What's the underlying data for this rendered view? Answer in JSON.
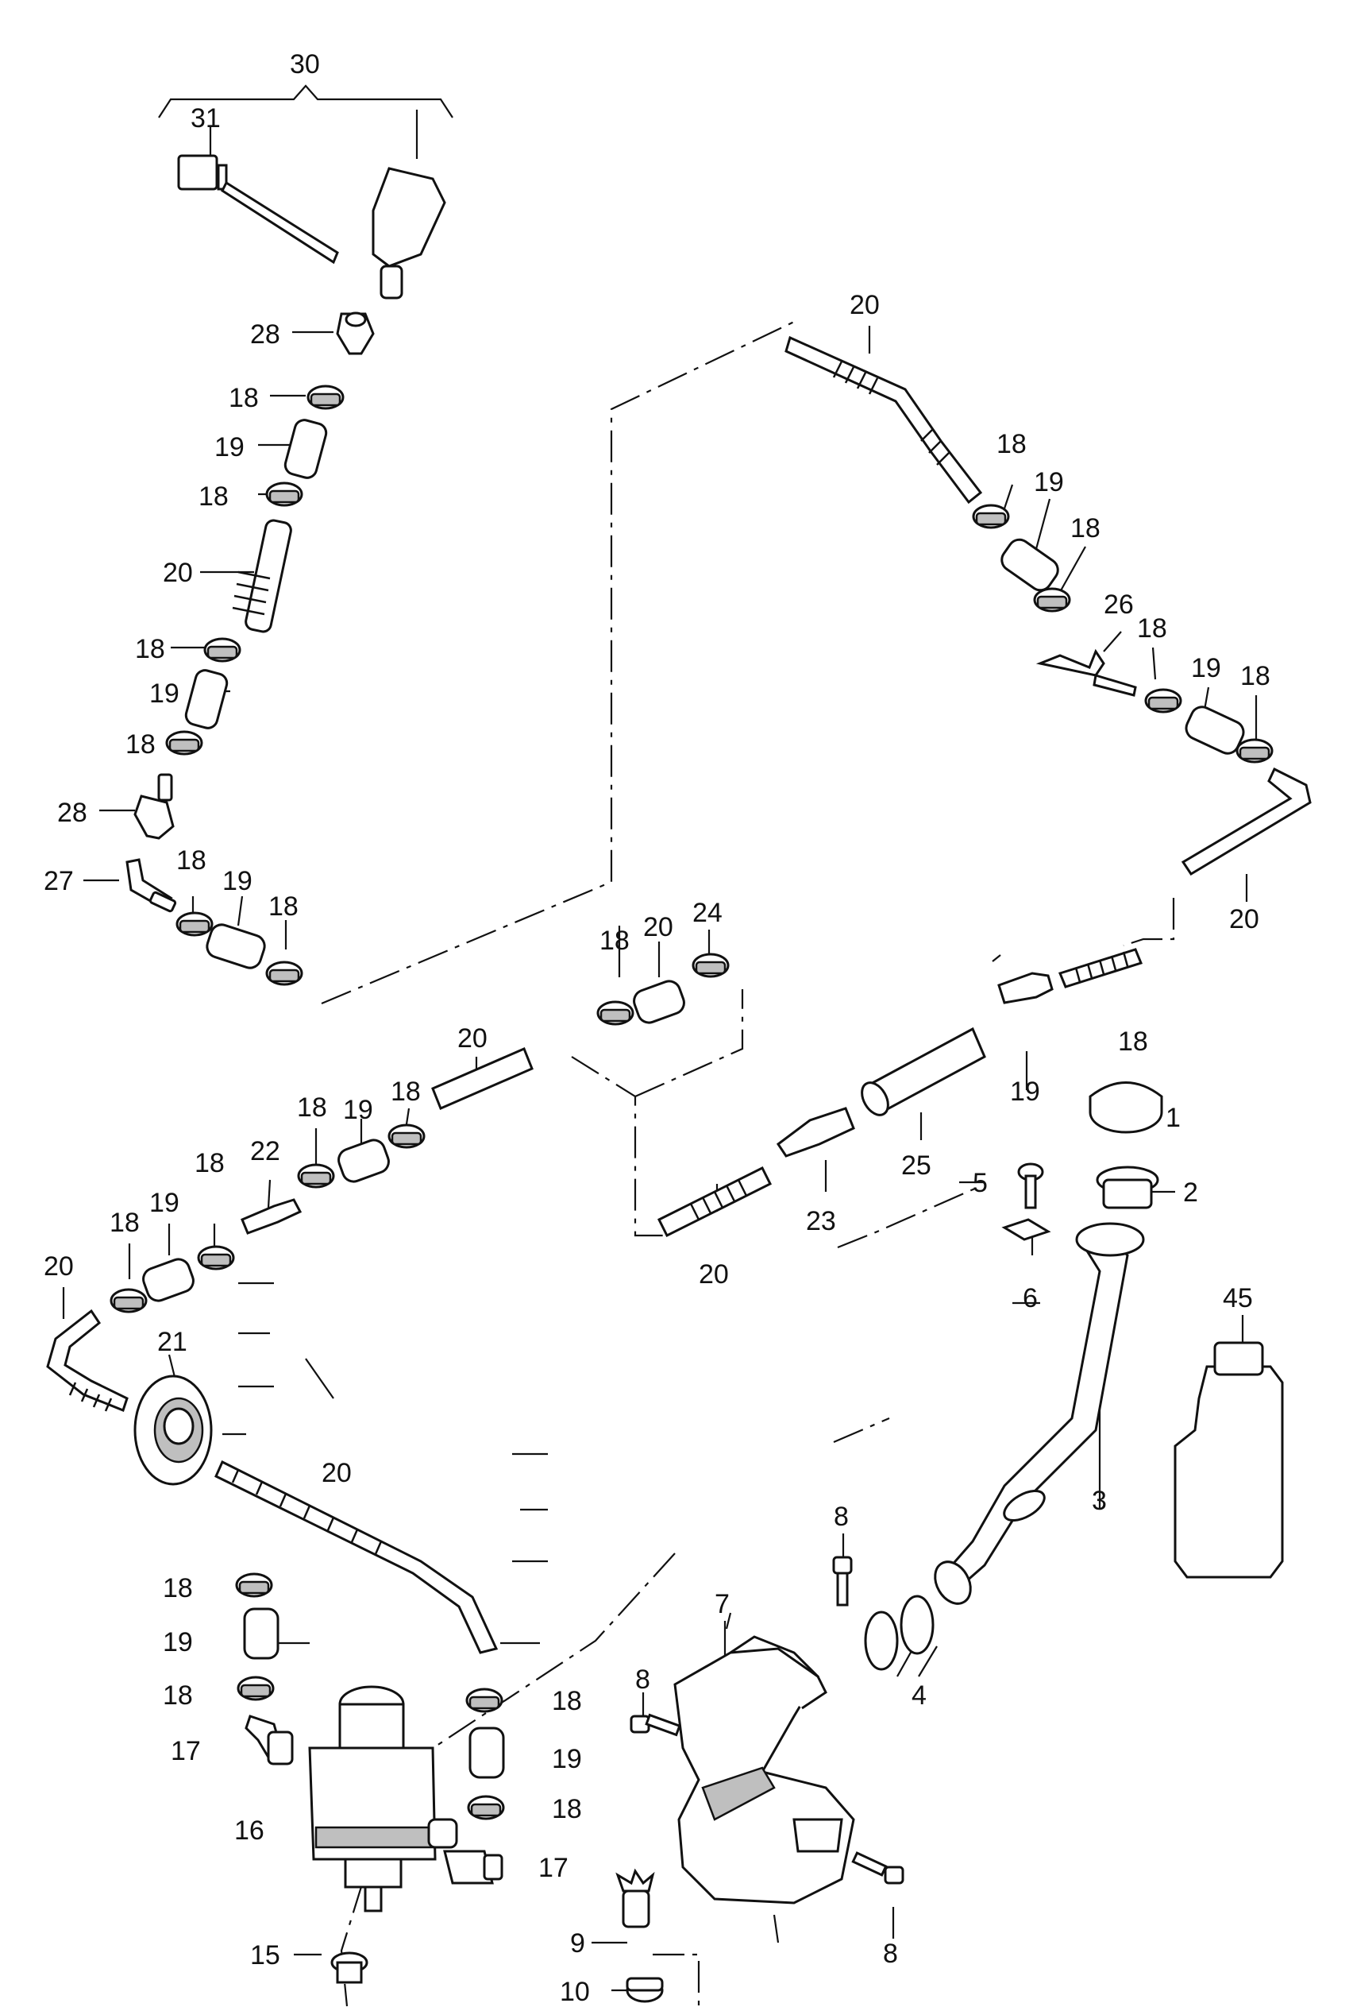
{
  "callouts": [
    {
      "id": "c30",
      "text": "30"
    },
    {
      "id": "c31",
      "text": "31"
    },
    {
      "id": "c28a",
      "text": "28"
    },
    {
      "id": "c18a",
      "text": "18"
    },
    {
      "id": "c19a",
      "text": "19"
    },
    {
      "id": "c18b",
      "text": "18"
    },
    {
      "id": "c20a",
      "text": "20"
    },
    {
      "id": "c18c",
      "text": "18"
    },
    {
      "id": "c19b",
      "text": "19"
    },
    {
      "id": "c18d",
      "text": "18"
    },
    {
      "id": "c28b",
      "text": "28"
    },
    {
      "id": "c27",
      "text": "27"
    },
    {
      "id": "c18e",
      "text": "18"
    },
    {
      "id": "c19c",
      "text": "19"
    },
    {
      "id": "c18f",
      "text": "18"
    },
    {
      "id": "c20b",
      "text": "20"
    },
    {
      "id": "c18g",
      "text": "18"
    },
    {
      "id": "c19d",
      "text": "19"
    },
    {
      "id": "c18h",
      "text": "18"
    },
    {
      "id": "c26",
      "text": "26"
    },
    {
      "id": "c18i",
      "text": "18"
    },
    {
      "id": "c19e",
      "text": "19"
    },
    {
      "id": "c18j",
      "text": "18"
    },
    {
      "id": "c20c",
      "text": "20"
    },
    {
      "id": "c18k",
      "text": "18"
    },
    {
      "id": "c19f",
      "text": "19"
    },
    {
      "id": "c18l",
      "text": "18"
    },
    {
      "id": "c20d",
      "text": "20"
    },
    {
      "id": "c24",
      "text": "24"
    },
    {
      "id": "c20e",
      "text": "20"
    },
    {
      "id": "c18m",
      "text": "18"
    },
    {
      "id": "c19g",
      "text": "19"
    },
    {
      "id": "c18n",
      "text": "18"
    },
    {
      "id": "c22",
      "text": "22"
    },
    {
      "id": "c18o",
      "text": "18"
    },
    {
      "id": "c19h",
      "text": "19"
    },
    {
      "id": "c18p",
      "text": "18"
    },
    {
      "id": "c25",
      "text": "25"
    },
    {
      "id": "c23",
      "text": "23"
    },
    {
      "id": "c20f",
      "text": "20"
    },
    {
      "id": "c1",
      "text": "1"
    },
    {
      "id": "c5",
      "text": "5"
    },
    {
      "id": "c2",
      "text": "2"
    },
    {
      "id": "c6",
      "text": "6"
    },
    {
      "id": "c20g",
      "text": "20"
    },
    {
      "id": "c21",
      "text": "21"
    },
    {
      "id": "c20h",
      "text": "20"
    },
    {
      "id": "c45",
      "text": "45"
    },
    {
      "id": "c3",
      "text": "3"
    },
    {
      "id": "c8a",
      "text": "8"
    },
    {
      "id": "c7",
      "text": "7"
    },
    {
      "id": "c4",
      "text": "4"
    },
    {
      "id": "c8b",
      "text": "8"
    },
    {
      "id": "c18q",
      "text": "18"
    },
    {
      "id": "c19i",
      "text": "19"
    },
    {
      "id": "c18r",
      "text": "18"
    },
    {
      "id": "c17a",
      "text": "17"
    },
    {
      "id": "c18s",
      "text": "18"
    },
    {
      "id": "c19j",
      "text": "19"
    },
    {
      "id": "c18t",
      "text": "18"
    },
    {
      "id": "c16",
      "text": "16"
    },
    {
      "id": "c17b",
      "text": "17"
    },
    {
      "id": "c8c",
      "text": "8"
    },
    {
      "id": "c9",
      "text": "9"
    },
    {
      "id": "c15",
      "text": "15"
    },
    {
      "id": "c10",
      "text": "10"
    }
  ]
}
